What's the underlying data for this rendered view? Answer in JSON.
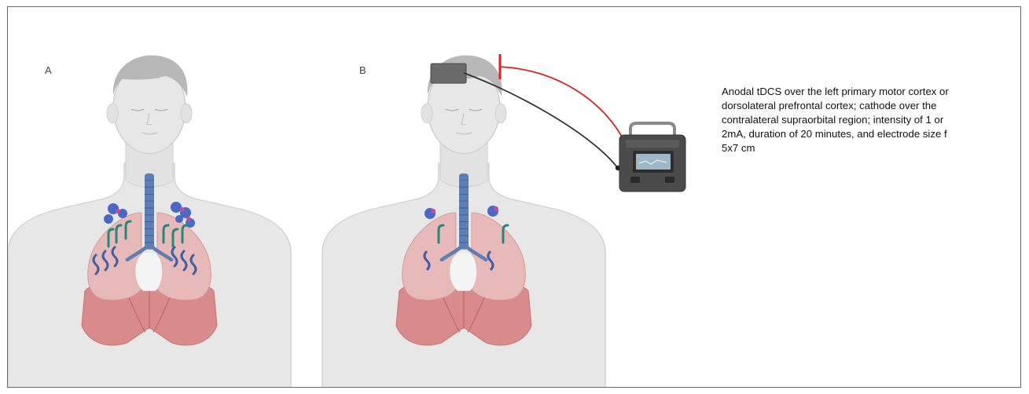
{
  "panels": [
    {
      "label": "A"
    },
    {
      "label": "B"
    }
  ],
  "caption": "Anodal tDCS over the left primary motor cortex or dorsolateral prefrontal cortex; cathode over the contralateral supraorbital region; intensity of 1 or 2mA, duration of 20 minutes, and electrode size f 5x7 cm",
  "colors": {
    "frame_border": "#6b6b6b",
    "skin": "#e7e7e7",
    "skin_outline": "#d0d0d0",
    "hair": "#b8b8b8",
    "lung": "#e8b9b9",
    "diaphragm": "#d98a8a",
    "trachea": "#5e7fb5",
    "receptor_blue": "#4a68c8",
    "receptor_pink": "#c34aa0",
    "receptor_teal": "#1f8a7c",
    "anode_electrode": "#6a6a6a",
    "red_wire": "#e02020",
    "black_wire": "#333333",
    "device_body": "#4b4b4b",
    "device_handle": "#8a8a8a",
    "device_screen": "#9fb8c9"
  },
  "icons": [
    "human-torso",
    "lungs",
    "trachea",
    "tdcs-device",
    "electrode"
  ]
}
